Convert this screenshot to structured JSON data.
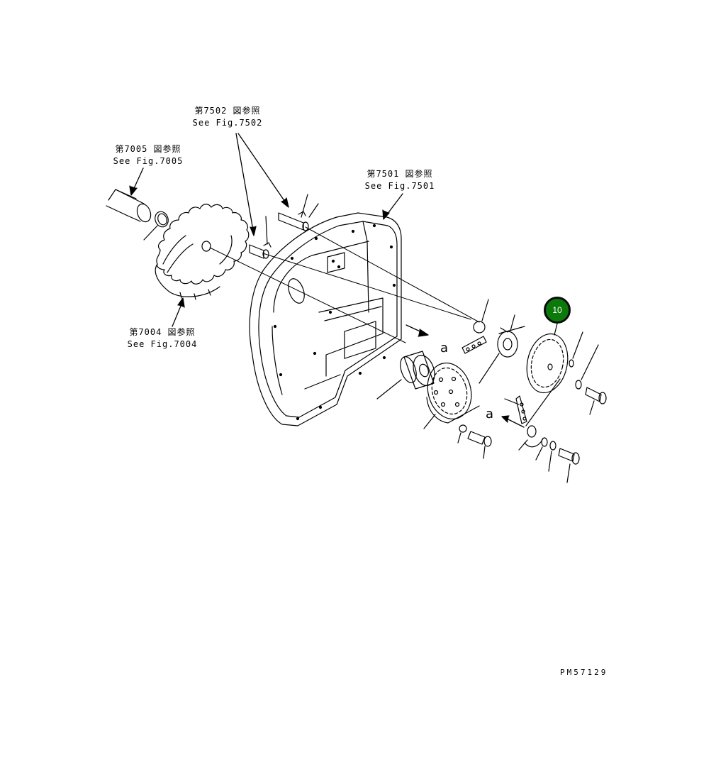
{
  "references": [
    {
      "jp": "第7502 図参照",
      "en": "See Fig.7502"
    },
    {
      "jp": "第7005 図参照",
      "en": "See Fig.7005"
    },
    {
      "jp": "第7501 図参照",
      "en": "See Fig.7501"
    },
    {
      "jp": "第7004 図参照",
      "en": "See Fig.7004"
    }
  ],
  "view_markers": [
    "a",
    "a"
  ],
  "highlighted_part": {
    "number": "10",
    "color": "#0b7a0b"
  },
  "drawing_code": "PM57129"
}
